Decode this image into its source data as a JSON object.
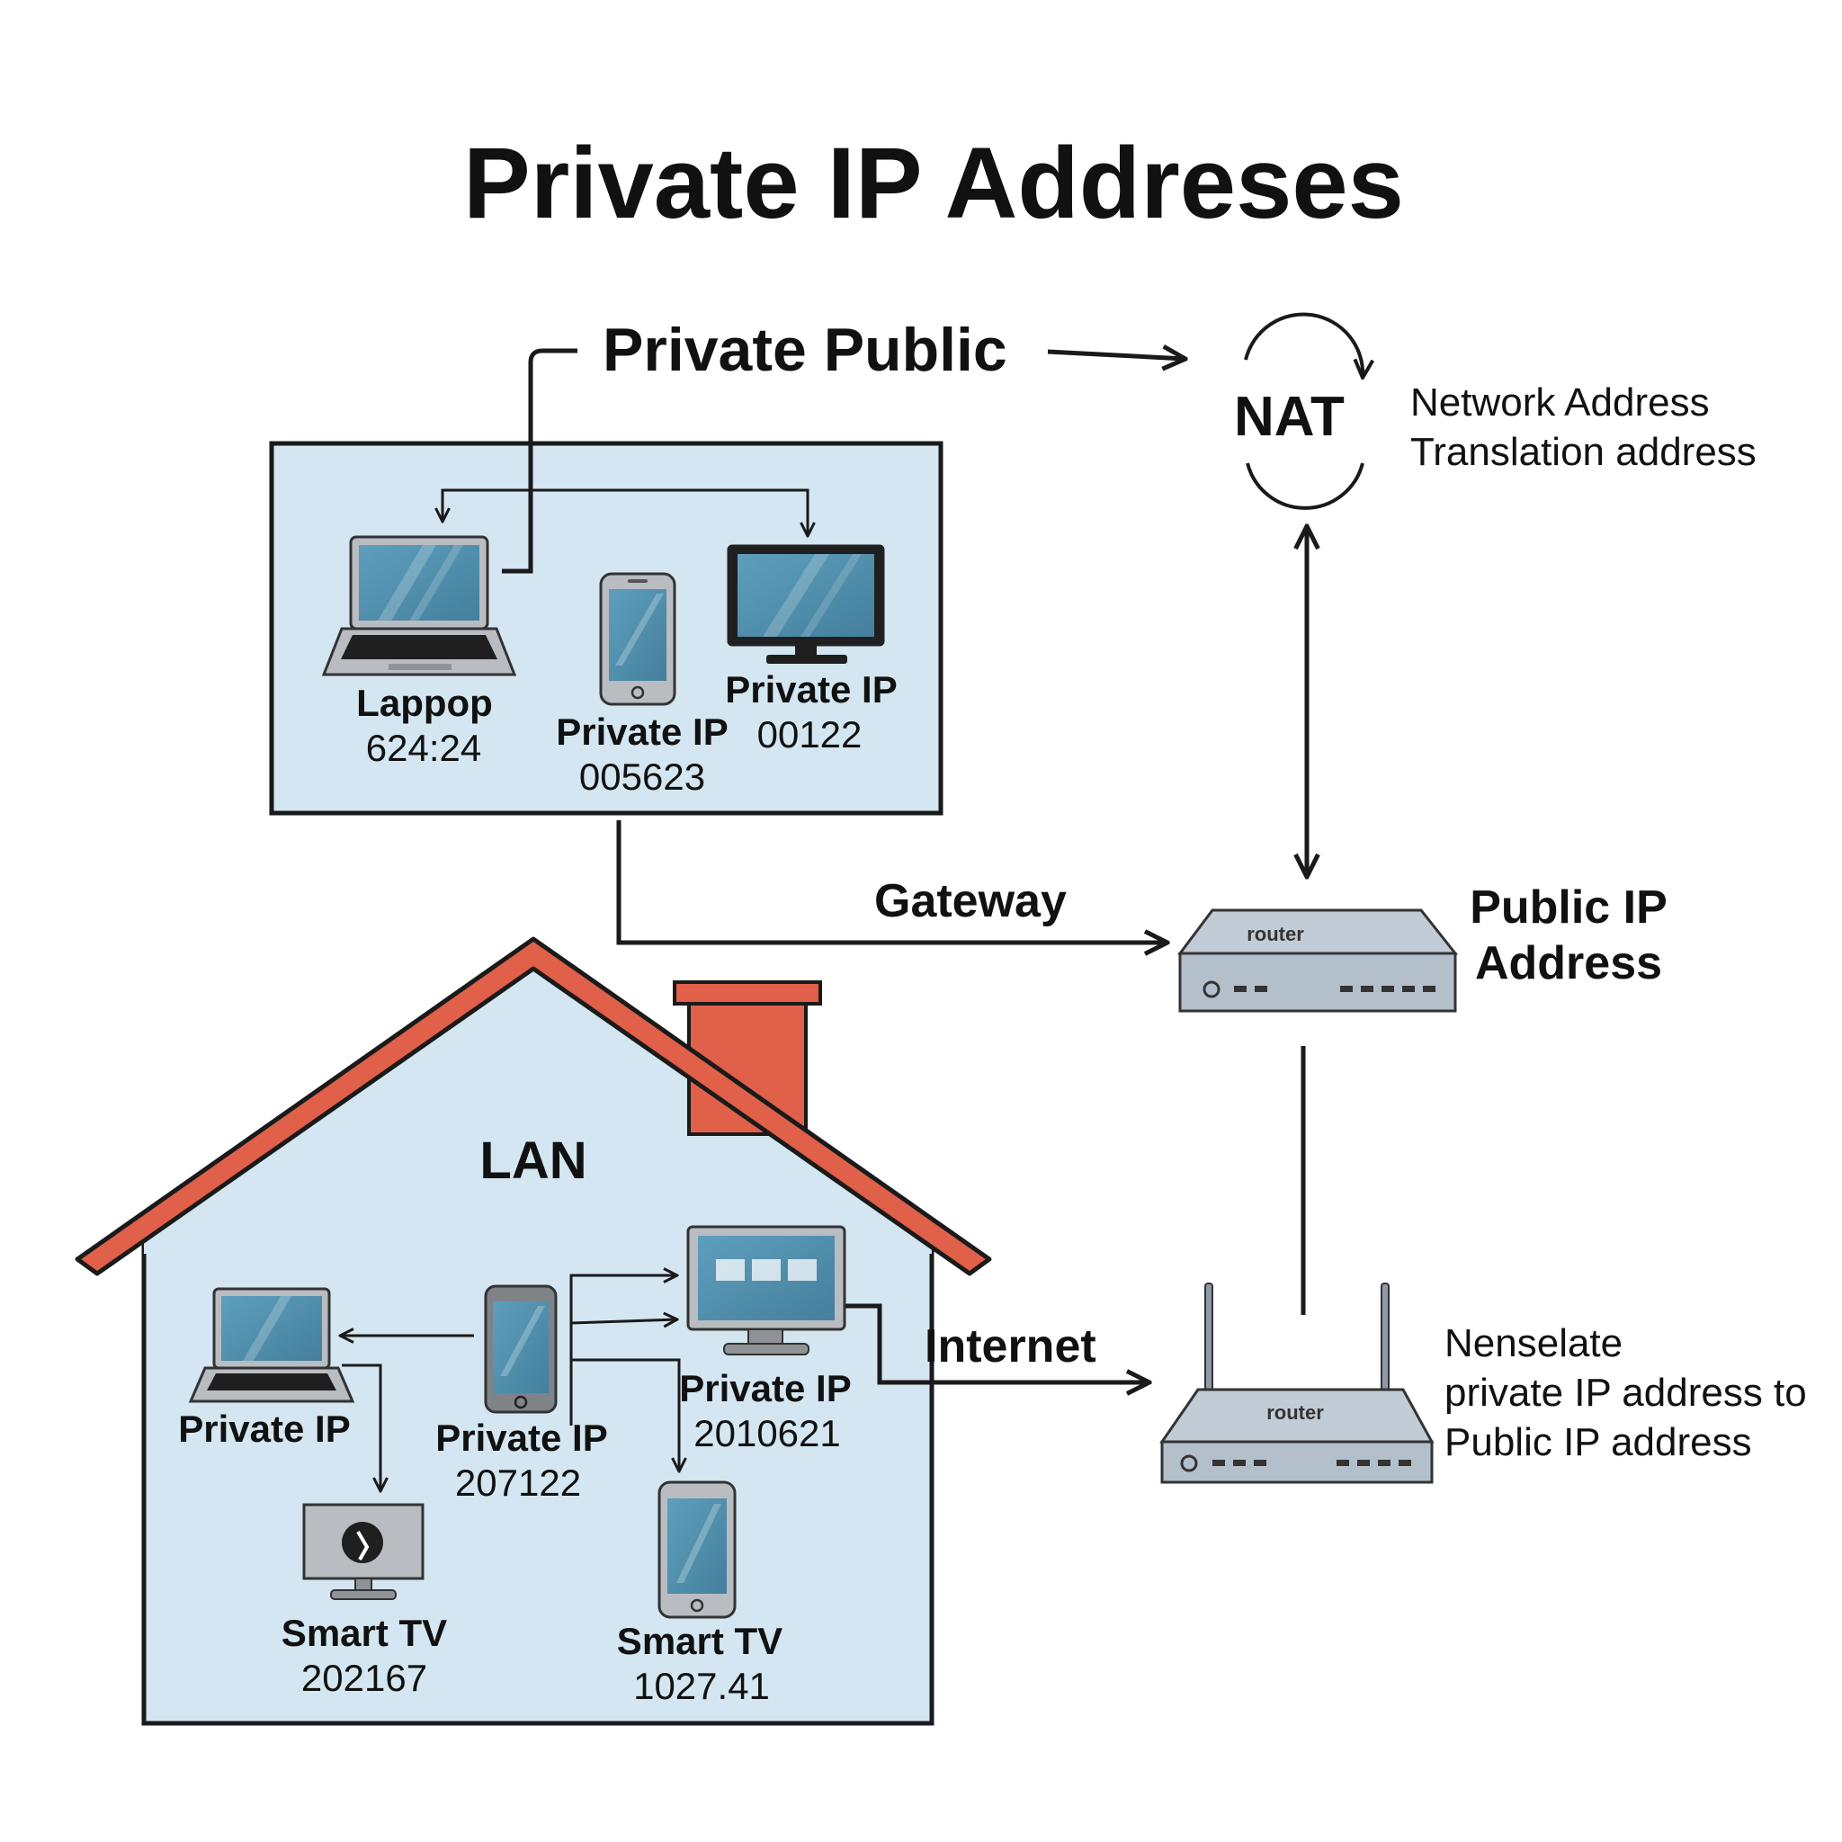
{
  "title": "Private IP Addreses",
  "top_label": "Private Public",
  "nat": {
    "label": "NAT",
    "desc_line1": "Network Address",
    "desc_line2": "Translation address"
  },
  "top_box": {
    "laptop": {
      "label": "Lappop",
      "value": "624:24"
    },
    "phone": {
      "label": "Private IP",
      "value": "005623"
    },
    "monitor": {
      "label": "Private IP",
      "value": "00122"
    }
  },
  "gateway_label": "Gateway",
  "router_top": {
    "caption": "router",
    "label_line1": "Public IP",
    "label_line2": "Address"
  },
  "house": {
    "label": "LAN",
    "laptop": {
      "label": "Private IP"
    },
    "phone": {
      "label": "Private IP",
      "value": "207122"
    },
    "monitor": {
      "label": "Private IP",
      "value": "2010621"
    },
    "tv": {
      "label": "Smart TV",
      "value": "202167"
    },
    "phone2": {
      "label": "Smart TV",
      "value": "1027.41"
    }
  },
  "internet_label": "Internet",
  "router_bottom": {
    "caption": "router",
    "desc_line1": "Nenselate",
    "desc_line2": "private IP address to",
    "desc_line3": "Public IP address"
  },
  "colors": {
    "lan_fill": "#d3e6f1",
    "roof": "#e0604a",
    "screen": "#4f8fae",
    "device_gray": "#b9bcc1",
    "router": "#b4bfcc",
    "line": "#1a1a1a"
  }
}
